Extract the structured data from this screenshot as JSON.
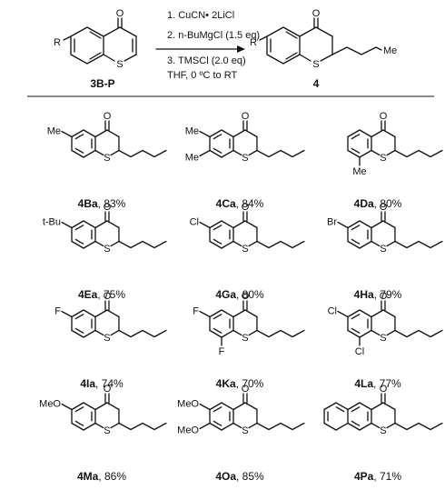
{
  "scheme": {
    "starting_material": {
      "label": "3B-P",
      "r_group": "R",
      "atoms": {
        "oxygen": "O",
        "sulfur": "S"
      }
    },
    "product": {
      "label": "4",
      "r_group": "R",
      "atoms": {
        "oxygen": "O",
        "sulfur": "S"
      },
      "chain_end": "Me"
    },
    "conditions": [
      "1. CuCN• 2LiCl",
      "2. n-BuMgCl (1.5 eq)",
      "3. TMSCl (2.0 eq)",
      "THF, 0 ºC to RT"
    ]
  },
  "compounds": [
    {
      "id": "4Ba",
      "yield": ", 83%",
      "substituents": [
        "Me"
      ]
    },
    {
      "id": "4Ca",
      "yield": ", 84%",
      "substituents": [
        "Me",
        "Me"
      ]
    },
    {
      "id": "4Da",
      "yield": ", 80%",
      "substituents": [
        "Me"
      ]
    },
    {
      "id": "4Ea",
      "yield": ", 75%",
      "substituents": [
        "t-Bu"
      ]
    },
    {
      "id": "4Ga",
      "yield": ", 80%",
      "substituents": [
        "Cl"
      ]
    },
    {
      "id": "4Ha",
      "yield": ", 79%",
      "substituents": [
        "Br"
      ]
    },
    {
      "id": "4Ia",
      "yield": ", 74%",
      "substituents": [
        "F"
      ]
    },
    {
      "id": "4Ka",
      "yield": ", 70%",
      "substituents": [
        "F",
        "F"
      ]
    },
    {
      "id": "4La",
      "yield": ", 77%",
      "substituents": [
        "Cl",
        "Cl"
      ]
    },
    {
      "id": "4Ma",
      "yield": ", 86%",
      "substituents": [
        "MeO"
      ]
    },
    {
      "id": "4Oa",
      "yield": ", 85%",
      "substituents": [
        "MeO",
        "MeO"
      ]
    },
    {
      "id": "4Pa",
      "yield": ", 71%",
      "substituents": []
    }
  ],
  "atoms": {
    "oxygen": "O",
    "sulfur": "S"
  }
}
